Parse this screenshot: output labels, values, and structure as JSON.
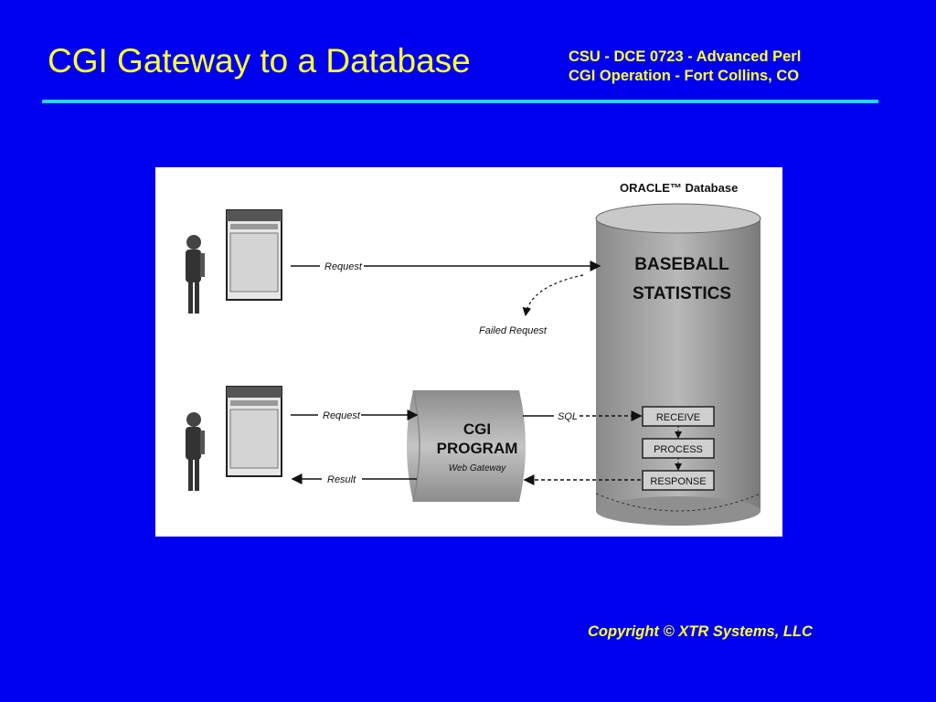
{
  "slide": {
    "title": "CGI Gateway to a Database",
    "course_line1": "CSU - DCE 0723 - Advanced Perl",
    "course_line2": "CGI Operation - Fort Collins, CO",
    "copyright": "Copyright © XTR Systems, LLC",
    "colors": {
      "background": "#0000f0",
      "text": "#ffff33",
      "rule": "#22d8f0"
    }
  },
  "diagram": {
    "db_label": "ORACLE™ Database",
    "db_title_line1": "BASEBALL",
    "db_title_line2": "STATISTICS",
    "top_request_label": "Request",
    "failed_request_label": "Failed Request",
    "bottom_request_label": "Request",
    "result_label": "Result",
    "sql_label": "SQL",
    "cgi_line1": "CGI",
    "cgi_line2": "PROGRAM",
    "cgi_subtitle": "Web Gateway",
    "steps": [
      "RECEIVE",
      "PROCESS",
      "RESPONSE"
    ]
  }
}
